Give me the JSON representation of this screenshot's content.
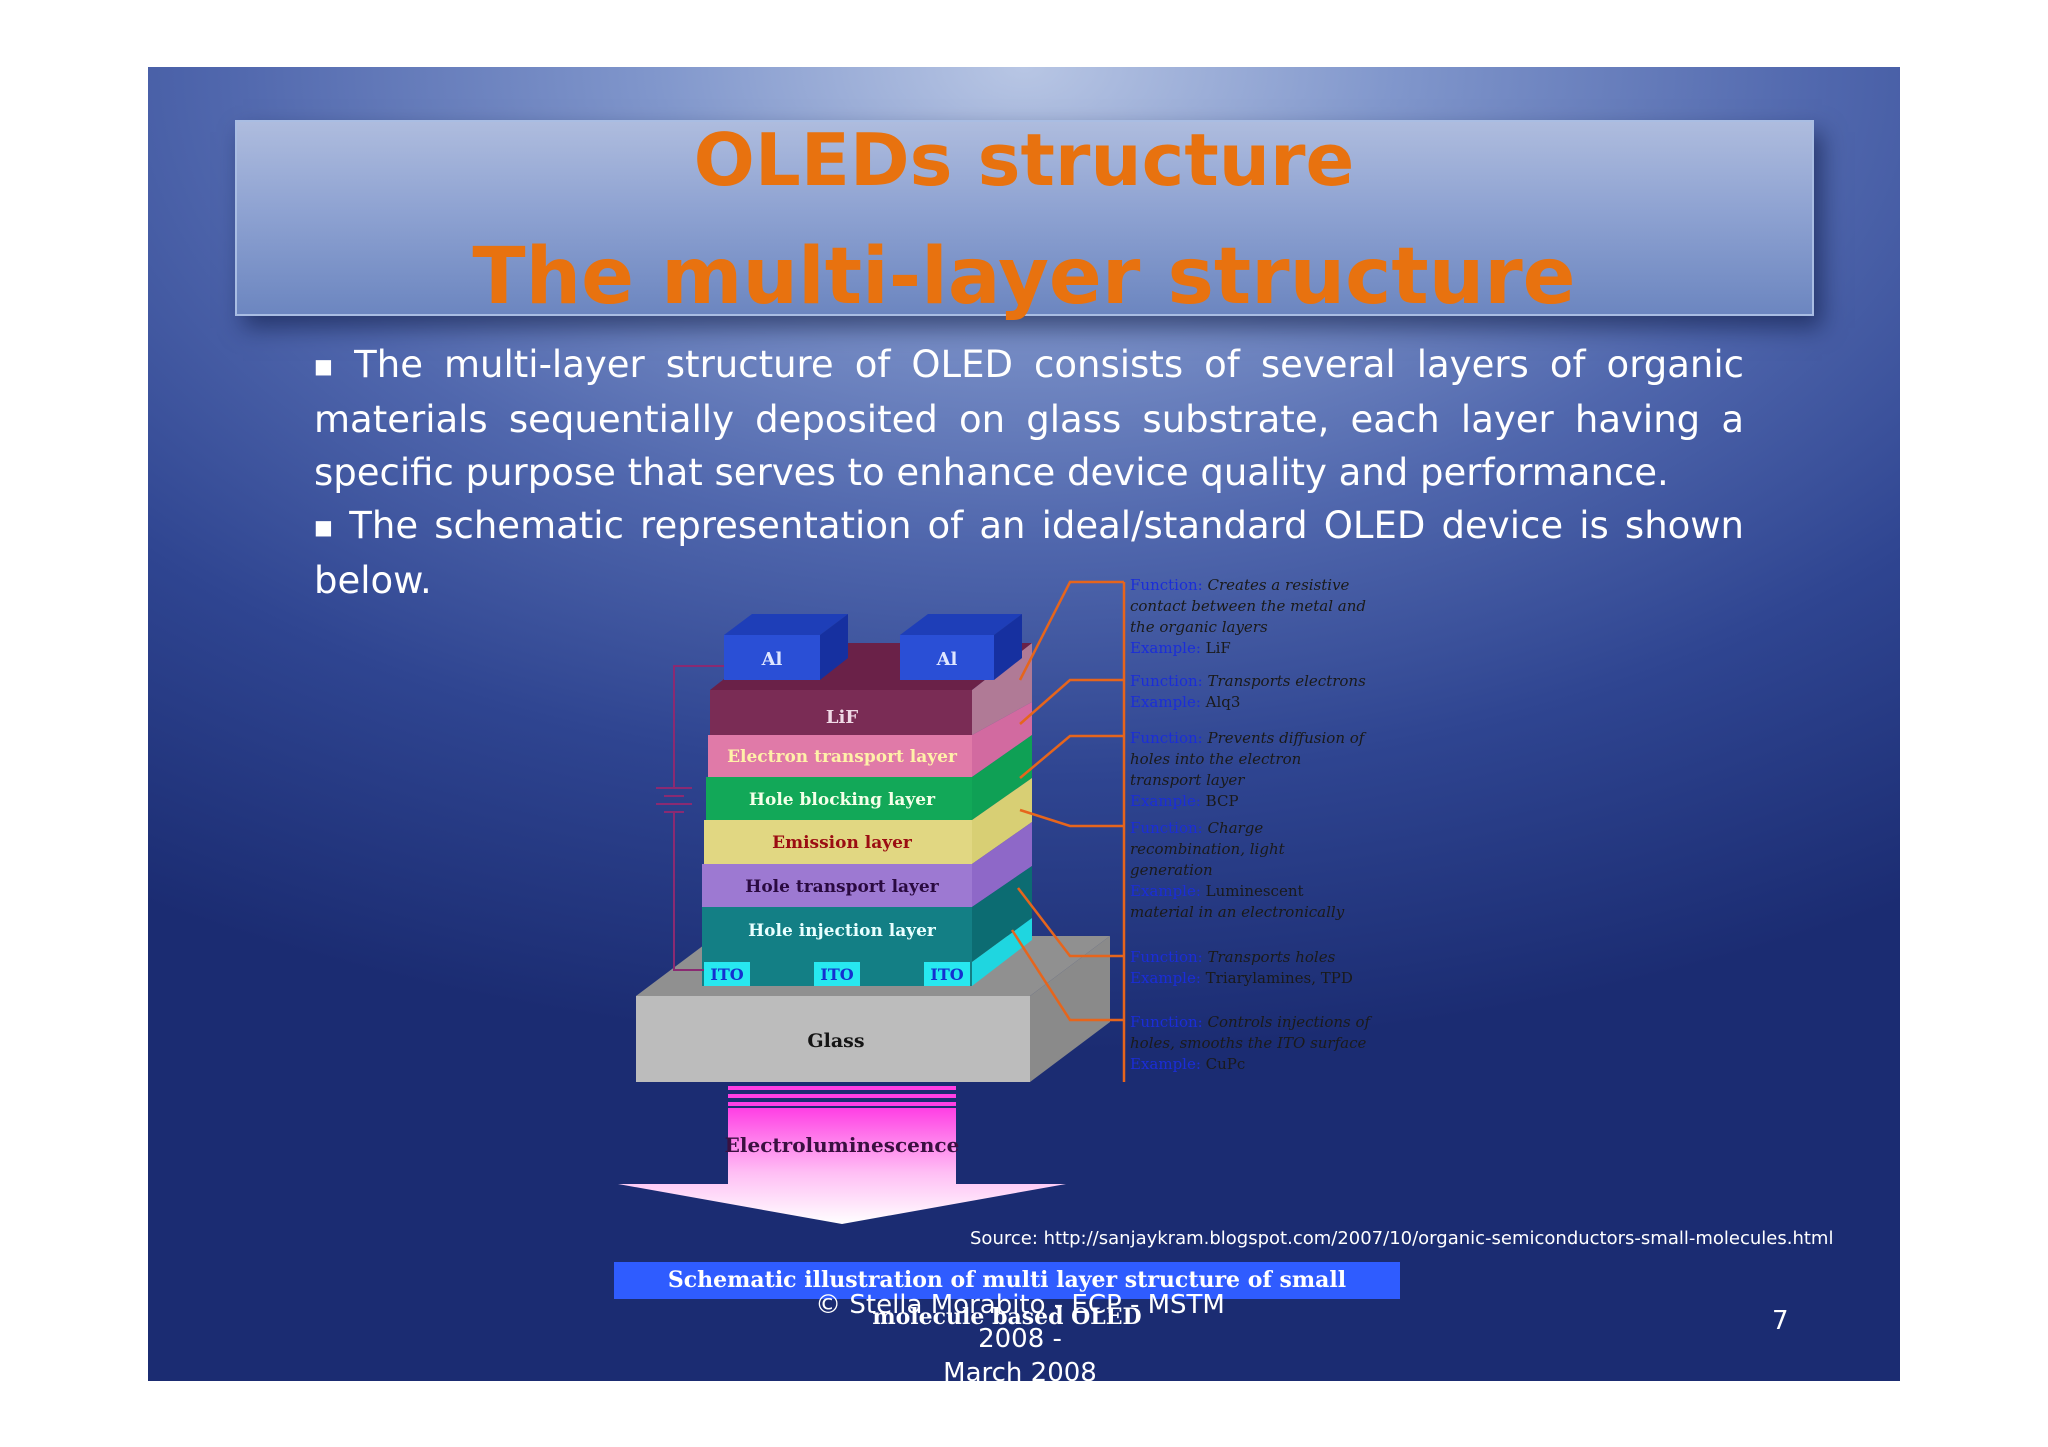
{
  "slide": {
    "title_line1": "OLEDs structure",
    "title_line2": "The multi-layer structure",
    "paragraph1": "The multi-layer structure of OLED consists of several layers of organic materials sequentially deposited on glass substrate, each layer having a specific purpose that serves to enhance device quality and performance.",
    "paragraph2": "The schematic representation of an ideal/standard OLED device is shown below.",
    "bullet_glyph": "■",
    "source": "Source: http://sanjaykram.blogspot.com/2007/10/organic-semiconductors-small-molecules.html",
    "caption": "Schematic illustration of multi layer structure of small molecule based OLED",
    "footer_line1": "© Stella Morabito - ECP - MSTM 2008 -",
    "footer_line2": "March 2008",
    "page_number": "7"
  },
  "diagram": {
    "electrode_left": "Al",
    "electrode_right": "Al",
    "layers": {
      "lif": "LiF",
      "etl": "Electron transport layer",
      "hbl": "Hole blocking layer",
      "eml": "Emission layer",
      "htl": "Hole transport layer",
      "hil": "Hole injection layer"
    },
    "ito_1": "ITO",
    "ito_2": "ITO",
    "ito_3": "ITO",
    "glass": "Glass",
    "output": "Electroluminescence",
    "annotations": [
      {
        "lines": [
          [
            "Function:",
            " Creates a resistive"
          ],
          [
            "",
            "contact between the metal and"
          ],
          [
            "",
            "the organic layers"
          ],
          [
            "Example:",
            " LiF"
          ]
        ]
      },
      {
        "lines": [
          [
            "Function:",
            " Transports electrons"
          ],
          [
            "Example:",
            " Alq3"
          ]
        ]
      },
      {
        "lines": [
          [
            "Function:",
            " Prevents diffusion of"
          ],
          [
            "",
            "holes into the electron"
          ],
          [
            "",
            "transport layer"
          ],
          [
            "Example:",
            " BCP"
          ]
        ]
      },
      {
        "lines": [
          [
            "Function:",
            " Charge"
          ],
          [
            "",
            "recombination, light"
          ],
          [
            "",
            "generation"
          ],
          [
            "Example:",
            " Luminescent"
          ],
          [
            "",
            "material in an electronically"
          ]
        ]
      },
      {
        "lines": [
          [
            "Function:",
            " Transports holes"
          ],
          [
            "Example:",
            " Triarylamines, TPD"
          ]
        ]
      },
      {
        "lines": [
          [
            "Function:",
            " Controls injections of"
          ],
          [
            "",
            "holes, smooths the ITO surface"
          ],
          [
            "Example:",
            " CuPc"
          ]
        ]
      }
    ],
    "colors": {
      "lif": "#7a2c55",
      "etl": "#e07aa8",
      "hbl": "#12a858",
      "eml": "#e1d782",
      "htl": "#9d79d2",
      "hil": "#137f85",
      "ito": "#27e8f0",
      "al": "#2a4fd6",
      "glass": "#b4b4b4",
      "leader": "#e6651c",
      "label_blue": "#1a2dd8"
    }
  }
}
